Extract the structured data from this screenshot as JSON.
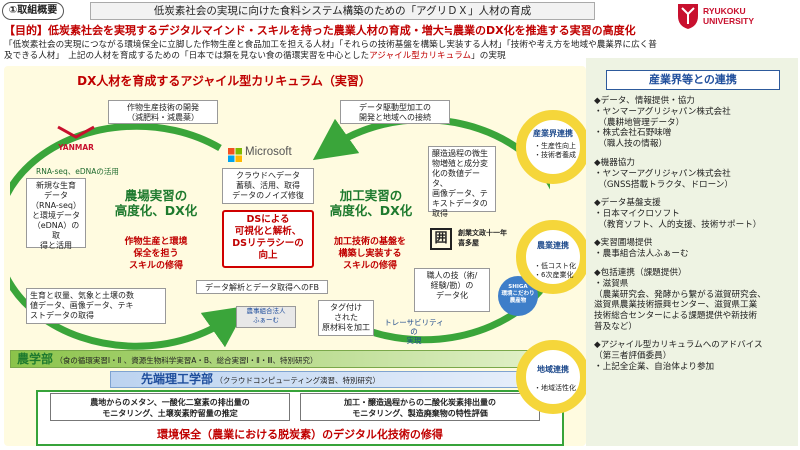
{
  "header": {
    "tag": "①取組概要",
    "title": "低炭素社会の実現に向けた食料システム構築のための「アグリＤＸ」人材の育成",
    "logo_line1": "RYUKOKU",
    "logo_line2": "UNIVERSITY"
  },
  "purpose": "【目的】低炭素社会を実現するデジタルマインド・スキルを持った農業人材の育成・増大≒農業のDX化を推進する実習の高度化",
  "desc": {
    "line1": "「低炭素社会の実現につながる環境保全に立脚した作物生産と食品加工を担える人材」「それらの技術基盤を構築し実装する人材」「技術や考え方を地域や農業界に広く普",
    "line2a": "及できる人材」　上記の人材を育成するための「日本では類を見ない食の循環実習を中心とした",
    "line2b": "アジャイル型カリキュラム",
    "line2c": "」の実現"
  },
  "curriculum": {
    "title": "DX人材を育成するアジャイル型カリキュラム（実習）",
    "box_crop_dev": "作物生産技術の開発\n（減肥料・減農薬）",
    "box_data_processing": "データ駆動型加工の\n開発と地域への接続",
    "yanmar": "YANMAR",
    "rna_label": "RNA-seq、eDNAの活用",
    "box_biodata": "新規な生育\nデータ\n（RNA-seq）\nと環境データ\n（eDNA）の取\n得と活用",
    "microsoft": "Microsoft",
    "box_cloud": "クラウドへデータ\n蓄積、活用、取得\nデータのノイズ修復",
    "farm_title": "農場実習の\n高度化、DX化",
    "farm_sub": "作物生産と環境\n保全を担う\nスキルの修得",
    "ds_box": "DSによる\n可視化と解析、\nDSリテラシーの\n向上",
    "proc_title": "加工実習の\n高度化、DX化",
    "proc_sub": "加工技術の基盤を\n構築し実装する\nスキルの修得",
    "box_brewing": "醸造過程の微生\n物増殖と成分変\n化の数値データ、\n画像データ、テ\nキストデータの\n取得",
    "shop_logo": "囲",
    "shop_name": "創業文政十一年\n喜多屋",
    "box_craft": "職人の技（術/\n経験/勘）の\nデータ化",
    "box_growth": "生育と収量、気象と土壌の数\n値データ、画像データ、テキ\nストデータの取得",
    "box_fb": "データ解析とデータ取得へのFB",
    "box_tag": "タグ付け\nされた\n原材料を加工",
    "jacoop_tag": "農事組合法人\nふぁーむ",
    "trace_label": "トレーサビリティの\n実現",
    "seal_text": "SHIGA\n環境こだわり\n農産物",
    "agri_dept": "農学部",
    "agri_courses": "（食の循環実習Ⅰ・Ⅱ 、資源生物科学実習A・B、総合実習Ⅰ・Ⅱ・Ⅲ、特別研究）",
    "eng_dept": "先端理工学部",
    "eng_courses": "（クラウドコンピューティング演習、特別研究）",
    "bottom_left": "農地からのメタン、一酸化二窒素の排出量の\nモニタリング、土壌炭素貯留量の推定",
    "bottom_right": "加工・醸造過程からの二酸化炭素排出量の\nモニタリング、製造廃棄物の特性評価",
    "bottom_title": "環境保全（農業における脱炭素）のデジタル化技術の修得"
  },
  "rings": {
    "r1_title": "産業界連携",
    "r1_items": "・生産性向上\n・技術者養成",
    "r2_title": "農業連携",
    "r2_items": "・低コスト化\n・6次産業化",
    "r3_title": "地域連携",
    "r3_items": "・地域活性化"
  },
  "industry": {
    "title": "産業界等との連携",
    "sec1": "◆データ、情報提供・協力\n・ヤンマーアグリジャパン株式会社\n　（農耕地管理データ）\n・株式会社石野味噌\n　（職人技の情報）",
    "sec2": "◆機器協力\n・ヤンマーアグリジャパン株式会社\n　（GNSS搭載トラクタ、ドローン）",
    "sec3": "◆データ基盤支援\n・日本マイクロソフト\n　（教育ソフト、人的支援、技術サポート）",
    "sec4": "◆実習圃場提供\n・農事組合法人ふぁーむ",
    "sec5": "◆包括連携（課題提供）\n・滋賀県\n（農業研究会、発酵から繋がる滋賀研究会、\n滋賀県農業技術振興センター、滋賀県工業\n技術総合センターによる課題提供や新技術\n普及など）",
    "sec6": "◆アジャイル型カリキュラムへのアドバイス\n（第三者評価委員）\n・上記全企業、自治体より参加"
  },
  "colors": {
    "accent_red": "#c00000",
    "green": "#1e7a2e",
    "blue": "#1f4e9c",
    "yellow_ring": "#f5d63a"
  }
}
